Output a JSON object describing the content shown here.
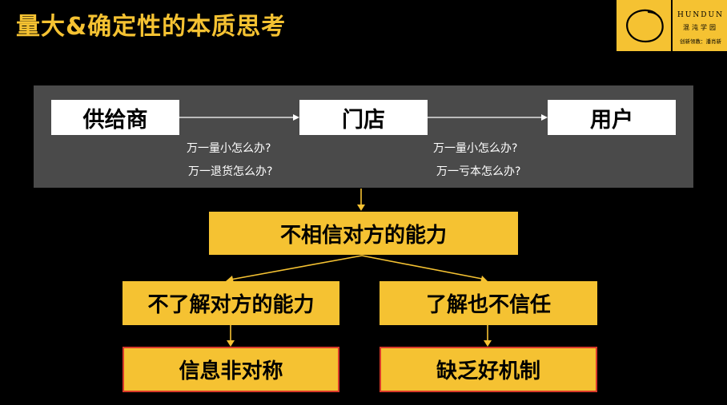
{
  "title": "量大&确定性的本质思考",
  "logo": {
    "brand": "HUNDUN",
    "brand_cn": "混沌学园",
    "slogan": "创新领教：潘肖新"
  },
  "flow": {
    "nodes": [
      "供给商",
      "门店",
      "用户"
    ],
    "left_questions": [
      "万一量小怎么办?",
      "万一退货怎么办?"
    ],
    "right_questions": [
      "万一量小怎么办?",
      "万一亏本怎么办?"
    ]
  },
  "tree": {
    "root": "不相信对方的能力",
    "left_branch": "不了解对方的能力",
    "right_branch": "了解也不信任",
    "left_leaf": "信息非对称",
    "right_leaf": "缺乏好机制"
  },
  "colors": {
    "accent": "#F5C232",
    "panel": "#4A4A4A",
    "leaf_border": "#D83A2A",
    "background": "#000000"
  }
}
